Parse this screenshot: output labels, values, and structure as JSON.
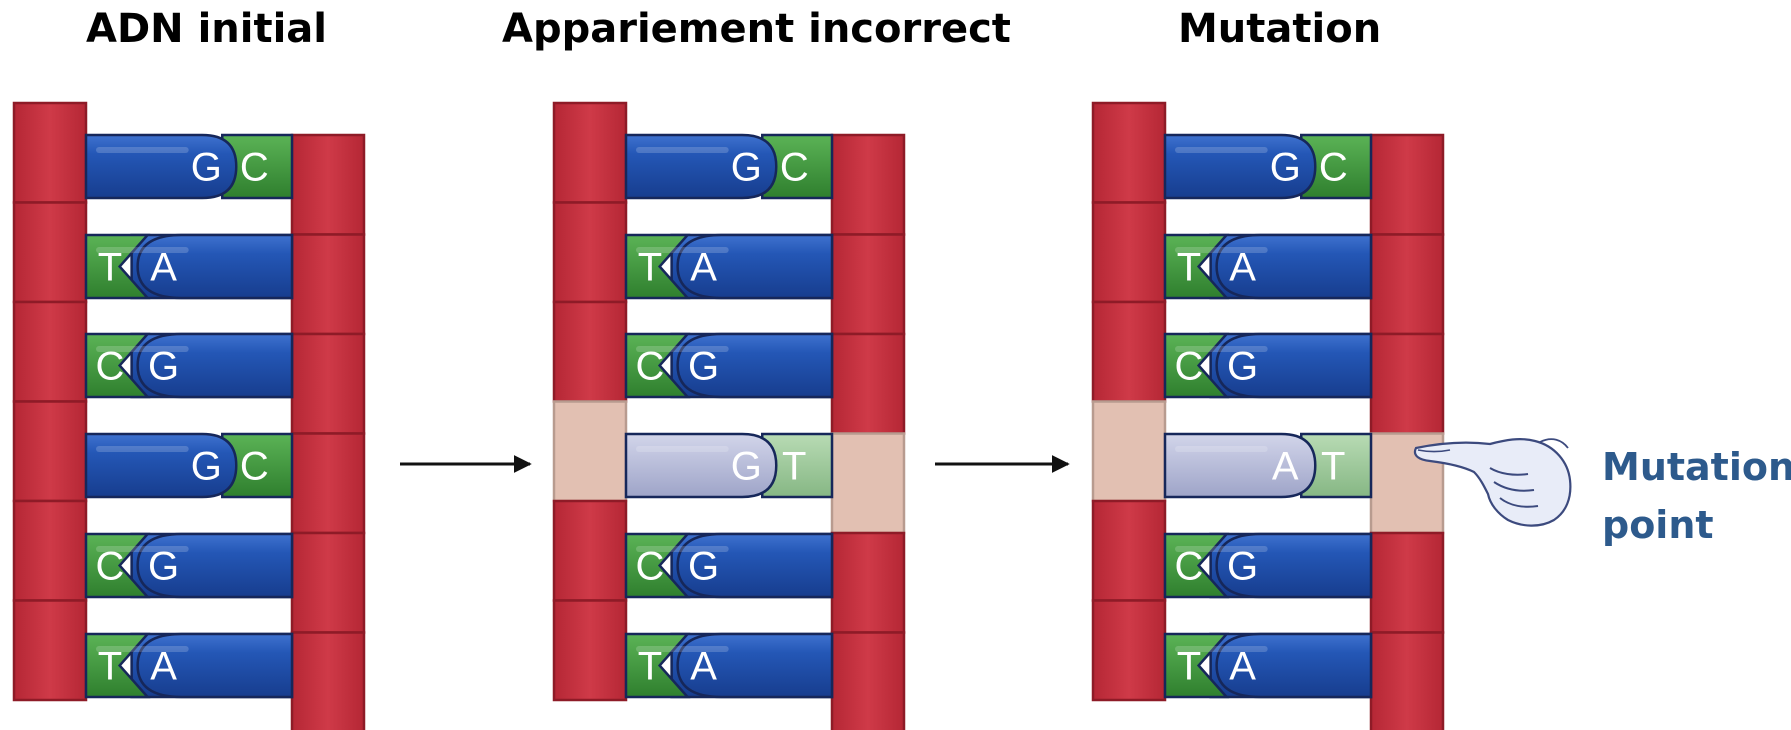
{
  "titles": [
    "ADN initial",
    "Appariement incorrect",
    "Mutation"
  ],
  "mutation_label": [
    "Mutation",
    "point"
  ],
  "colors": {
    "backbone": "#c22f3e",
    "backbone_dark": "#8e1b27",
    "backbone_mut": "#e2c0b2",
    "purine_blue": "#1f4ea8",
    "pyrimidine_green": "#3f9a3d",
    "mutant_grey": "#b4b9d8",
    "mutant_green": "#9cc79a",
    "label_blue": "#2d5a8c"
  },
  "panels": [
    {
      "name": "initial",
      "pairs": [
        {
          "left": "G",
          "right": "C",
          "leftType": "blue",
          "rightType": "green"
        },
        {
          "left": "T",
          "right": "A",
          "leftType": "green",
          "rightType": "blue"
        },
        {
          "left": "C",
          "right": "G",
          "leftType": "green",
          "rightType": "blue"
        },
        {
          "left": "G",
          "right": "C",
          "leftType": "blue",
          "rightType": "green"
        },
        {
          "left": "C",
          "right": "G",
          "leftType": "green",
          "rightType": "blue"
        },
        {
          "left": "T",
          "right": "A",
          "leftType": "green",
          "rightType": "blue"
        }
      ]
    },
    {
      "name": "mismatch",
      "pairs": [
        {
          "left": "G",
          "right": "C",
          "leftType": "blue",
          "rightType": "green"
        },
        {
          "left": "T",
          "right": "A",
          "leftType": "green",
          "rightType": "blue"
        },
        {
          "left": "C",
          "right": "G",
          "leftType": "green",
          "rightType": "blue"
        },
        {
          "left": "G",
          "right": "T",
          "leftType": "grey",
          "rightType": "lightgreen",
          "mutant": true
        },
        {
          "left": "C",
          "right": "G",
          "leftType": "green",
          "rightType": "blue"
        },
        {
          "left": "T",
          "right": "A",
          "leftType": "green",
          "rightType": "blue"
        }
      ]
    },
    {
      "name": "mutation",
      "pairs": [
        {
          "left": "G",
          "right": "C",
          "leftType": "blue",
          "rightType": "green"
        },
        {
          "left": "T",
          "right": "A",
          "leftType": "green",
          "rightType": "blue"
        },
        {
          "left": "C",
          "right": "G",
          "leftType": "green",
          "rightType": "blue"
        },
        {
          "left": "A",
          "right": "T",
          "leftType": "grey",
          "rightType": "lightgreen",
          "mutant": true
        },
        {
          "left": "C",
          "right": "G",
          "leftType": "green",
          "rightType": "blue"
        },
        {
          "left": "T",
          "right": "A",
          "leftType": "green",
          "rightType": "blue"
        }
      ]
    }
  ]
}
